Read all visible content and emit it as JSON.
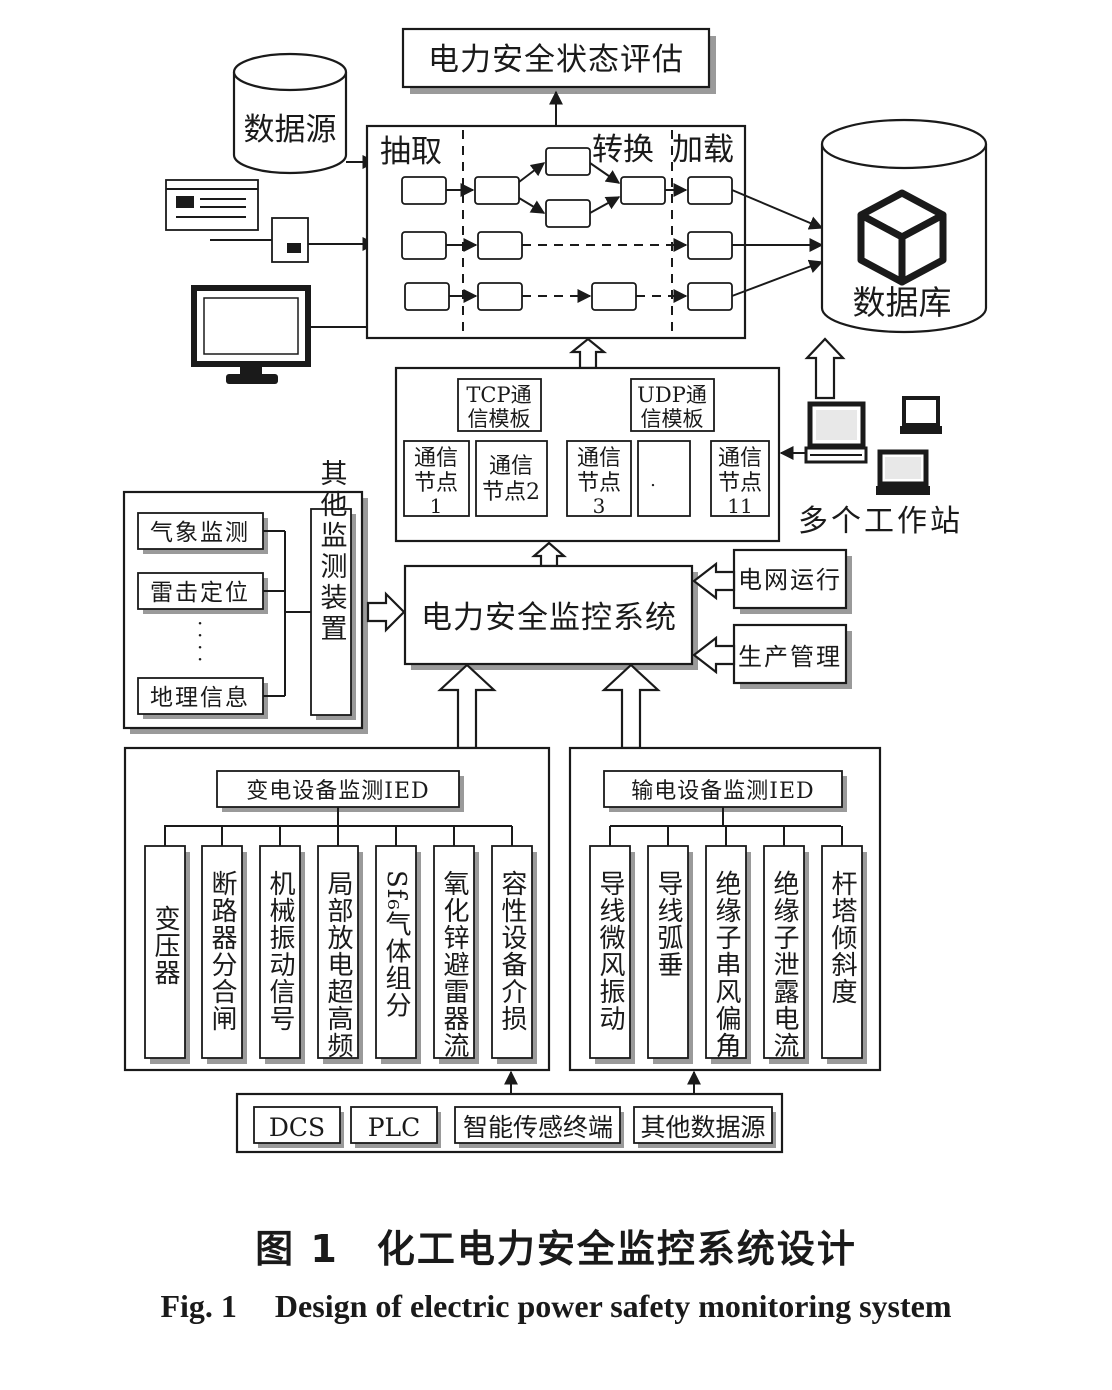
{
  "top": {
    "assessment": "电力安全状态评估",
    "datasource": "数据源",
    "database": "数据库"
  },
  "etl": {
    "extract": "抽取",
    "transform": "转换",
    "load": "加载"
  },
  "comm": {
    "tcp": [
      "TCP通",
      "信模板"
    ],
    "udp": [
      "UDP通",
      "信模板"
    ],
    "nodes": [
      {
        "line1": "通信",
        "line2": "节点",
        "num": "1"
      },
      {
        "line1": "通信",
        "line2": "节点2",
        "num": ""
      },
      {
        "line1": "通信",
        "line2": "节点",
        "num": "3"
      },
      {
        "line1": "",
        "line2": "",
        "num": "."
      },
      {
        "line1": "通信",
        "line2": "节点",
        "num": "11"
      }
    ],
    "workstations": "多个工作站"
  },
  "monitor": {
    "items": [
      "气象监测",
      "雷击定位",
      "地理信息"
    ],
    "other": "其他监测装置",
    "center": "电力安全监控系统",
    "grid": "电网运行",
    "production": "生产管理"
  },
  "substation": {
    "title": "变电设备监测IED",
    "devices": [
      "变压器",
      "断路器分合闸",
      "机械振动信号",
      "局部放电超高频",
      "Sf₆气体组分",
      "氧化锌避雷器流",
      "容性设备介损"
    ]
  },
  "transmission": {
    "title": "输电设备监测IED",
    "devices": [
      "导线微风振动",
      "导线弧垂",
      "绝缘子串风偏角",
      "绝缘子泄露电流",
      "杆塔倾斜度"
    ]
  },
  "sources": [
    "DCS",
    "PLC",
    "智能传感终端",
    "其他数据源"
  ],
  "caption": {
    "cn_label": "图 1",
    "cn_title": "化工电力安全监控系统设计",
    "en_label": "Fig. 1",
    "en_title": "Design of electric power safety monitoring system"
  }
}
